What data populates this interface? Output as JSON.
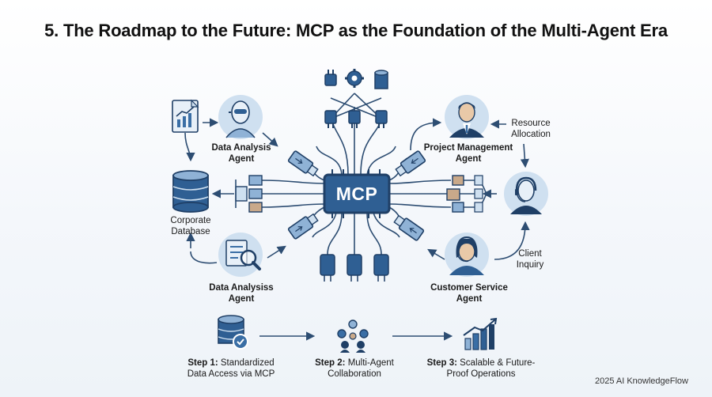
{
  "title": "5. The Roadmap to the Future: MCP as the Foundation of the Multi-Agent Era",
  "hub": {
    "label": "MCP"
  },
  "nodes": {
    "data_analysis_agent_top": "Data Analysis Agent",
    "corporate_database": "Corporate Database",
    "data_analysis_agent_bottom": "Data Analysiss Agent",
    "project_management_agent": "Project Management Agent",
    "resource_allocation": "Resource Allocation",
    "client_inquiry": "Client Inquiry",
    "customer_service_agent": "Customer Service Agent"
  },
  "steps": [
    {
      "title": "Step 1:",
      "text": "Standardized Data Access via MCP"
    },
    {
      "title": "Step 2:",
      "text": "Multi-Agent Collaboration"
    },
    {
      "title": "Step 3:",
      "text": "Scalable & Future-Proof Operations"
    }
  ],
  "footer": "2025 AI KnowledgeFlow",
  "colors": {
    "navy": "#1f3f66",
    "blue": "#3a6ea5",
    "light_blue": "#cfe0f0",
    "accent_tan": "#c9a98a"
  },
  "icons": [
    "report-chart-icon",
    "robot-agent-icon",
    "database-icon",
    "magnifier-report-icon",
    "businessman-icon",
    "headset-agent-icon",
    "customer-service-icon",
    "plug-icon",
    "gear-icon",
    "usb-connector-icon",
    "database-check-icon",
    "team-collaboration-icon",
    "growth-chart-icon"
  ]
}
